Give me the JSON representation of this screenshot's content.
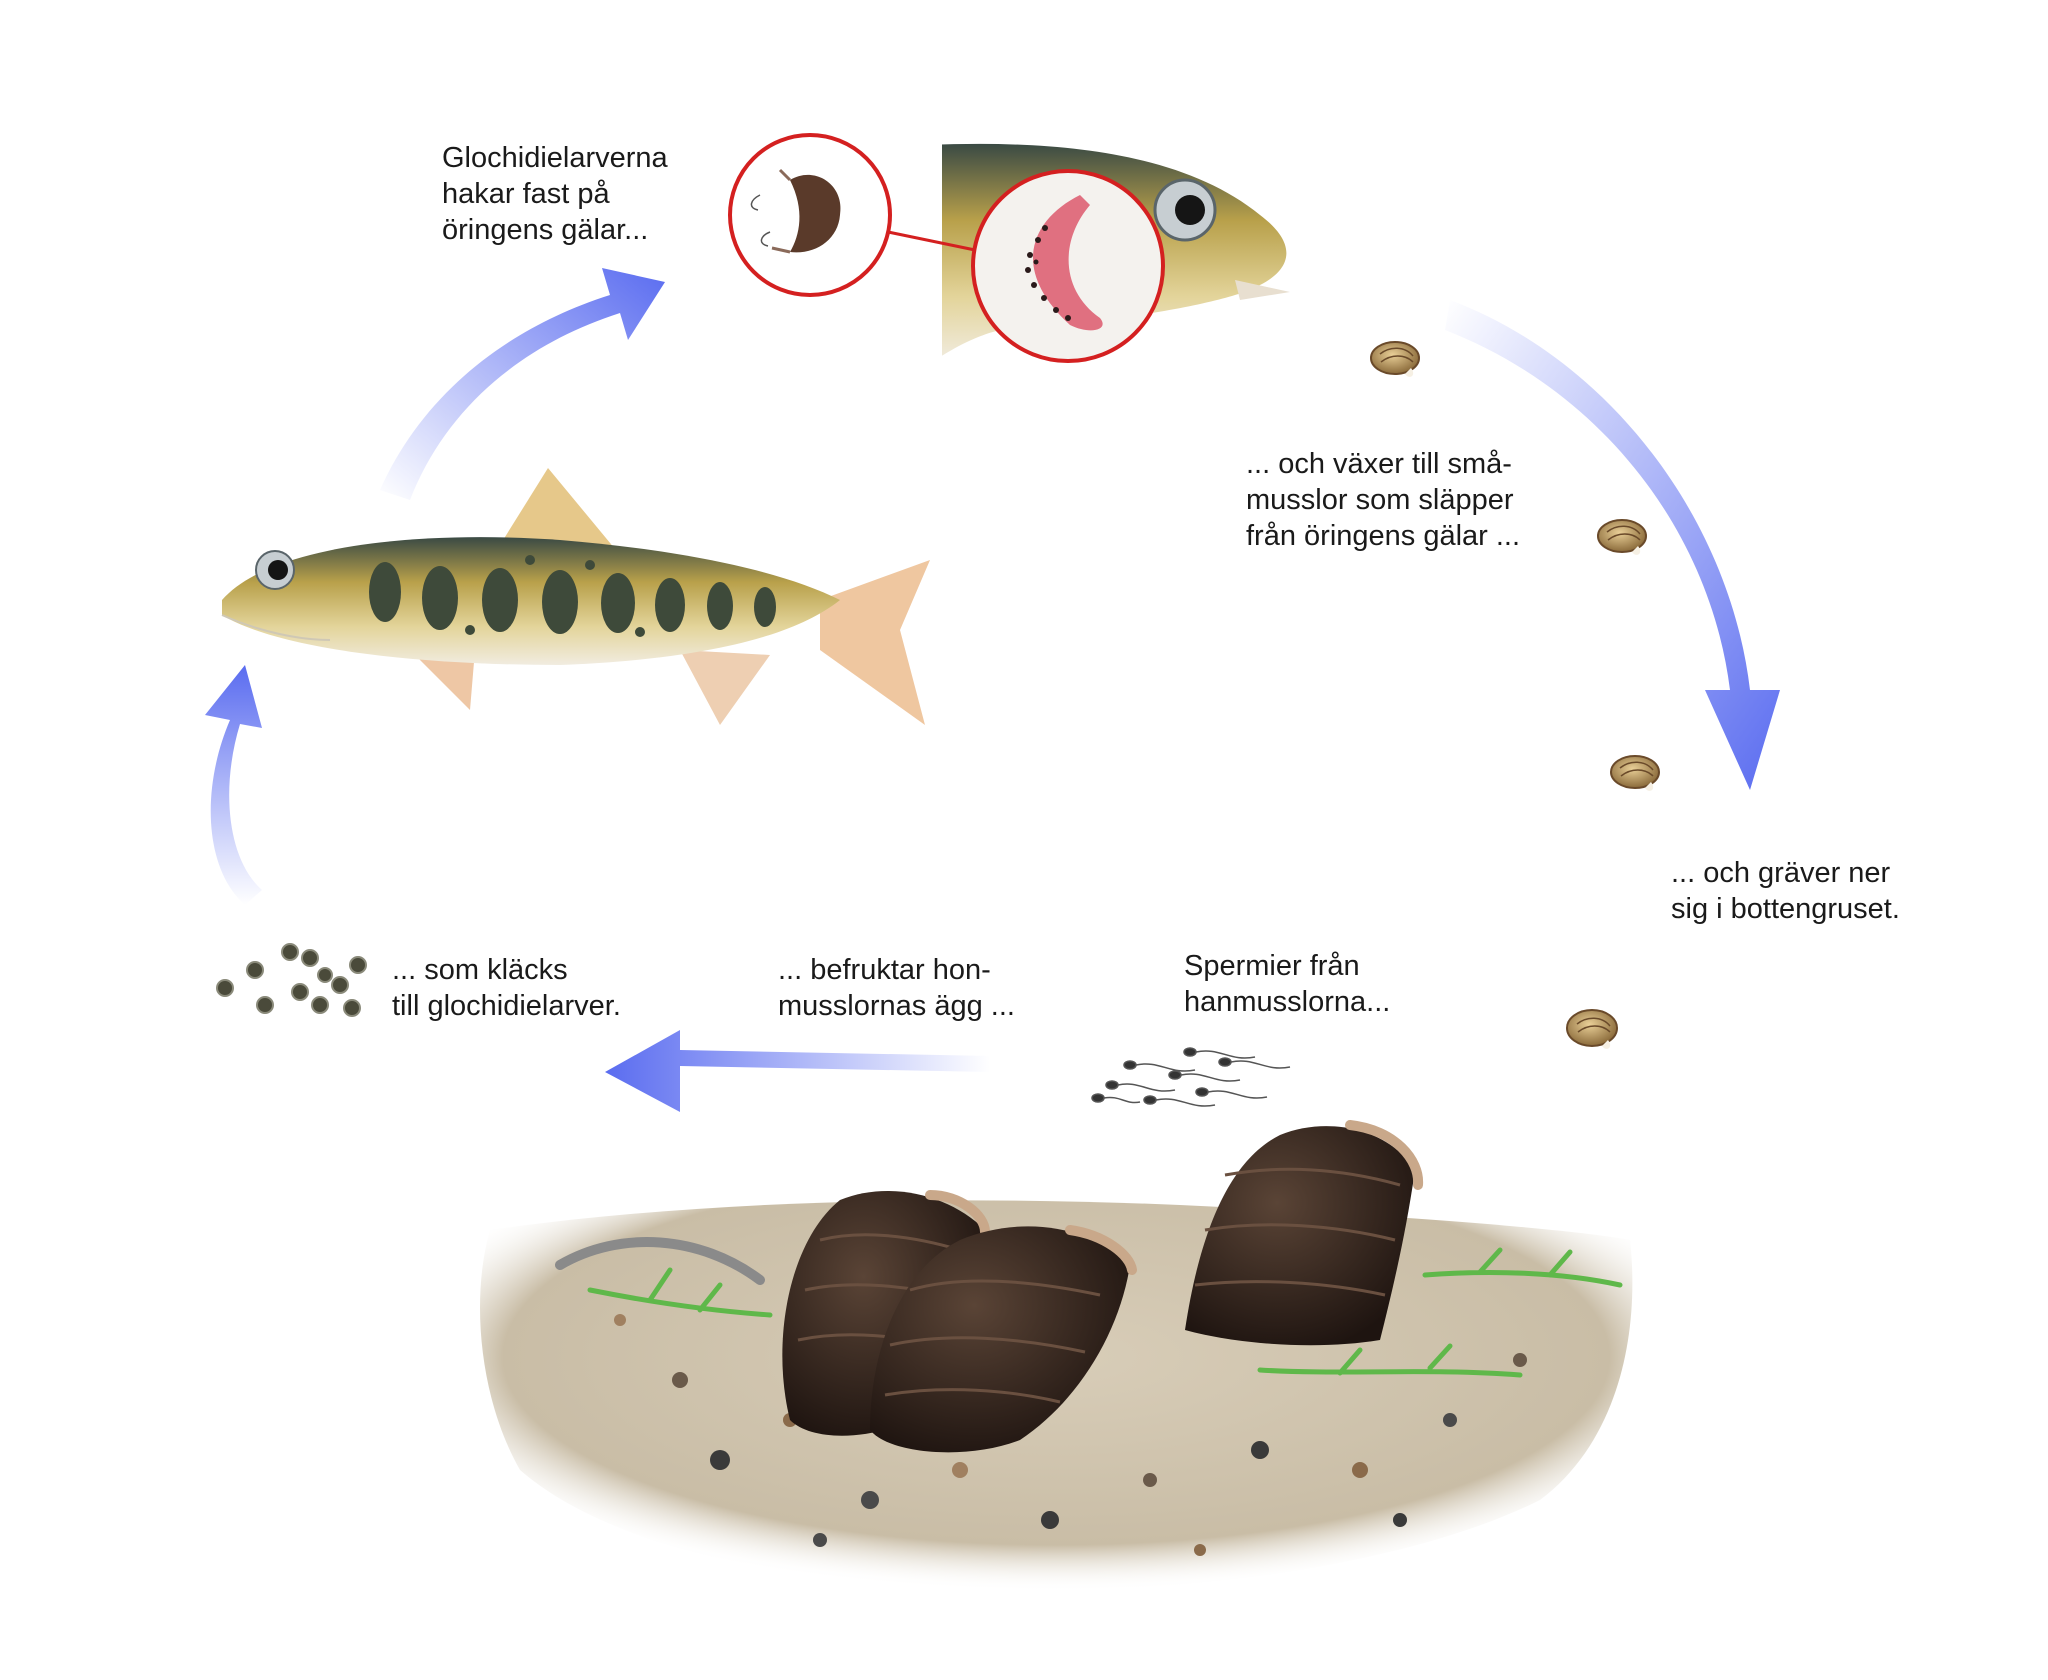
{
  "captions": {
    "glochidia_attach": [
      "Glochidielarverna",
      "hakar fast på",
      "öringens gälar..."
    ],
    "grow_release": [
      "... och växer till små-",
      "musslor som släpper",
      "från öringens gälar ..."
    ],
    "burrow": [
      "... och gräver ner",
      "sig i bottengruset."
    ],
    "sperm": [
      "Spermier från",
      "hanmusslorna..."
    ],
    "fertilize": [
      "... befruktar hon-",
      "musslornas ägg ..."
    ],
    "hatch": [
      "... som kläcks",
      "till glochidielarver."
    ]
  },
  "colors": {
    "arrow": "#5a6cf0",
    "trout_body": "#c9a94a",
    "trout_spots": "#3e4a3a",
    "mussel_shell": "#2b2018",
    "gill": "#e07080",
    "zoom_circle": "#d42020",
    "gravel": "#cbbfa8",
    "weed": "#5fb84a"
  },
  "icons": [
    "arrow-icon",
    "trout-icon",
    "mussel-icon",
    "juvenile-mussel-icon",
    "sperm-icon",
    "egg-icon",
    "glochidium-icon",
    "gill-icon"
  ]
}
